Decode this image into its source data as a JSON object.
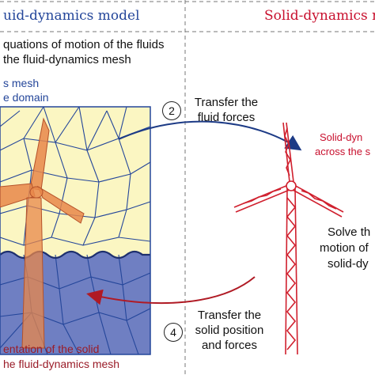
{
  "header": {
    "left_title": "uid-dynamics model",
    "right_title": "Solid-dynamics m"
  },
  "fluid": {
    "equations_line1": "quations of motion of the fluids",
    "equations_line2": "the fluid-dynamics mesh",
    "mesh_line1": "s mesh",
    "mesh_line2": "e domain",
    "representation_line1": "entation of the solid",
    "representation_line2": "he fluid-dynamics mesh"
  },
  "steps": {
    "step2_number": "2",
    "step2_line1": "Transfer the",
    "step2_line2": "fluid forces",
    "step4_number": "4",
    "step4_line1": "Transfer the",
    "step4_line2": "solid position",
    "step4_line3": "and forces"
  },
  "solid": {
    "distrib_line1": "Solid-dyn",
    "distrib_line2": "across the s",
    "solve_line1": "Solve th",
    "solve_line2": "motion of",
    "solve_line3": "solid-dy"
  },
  "colors": {
    "fluid_blue": "#24469a",
    "solid_red": "#c8102e",
    "air_fill": "#fbf6c2",
    "water_fill": "#6f7fc2",
    "blade_fill": "#e8874a"
  }
}
